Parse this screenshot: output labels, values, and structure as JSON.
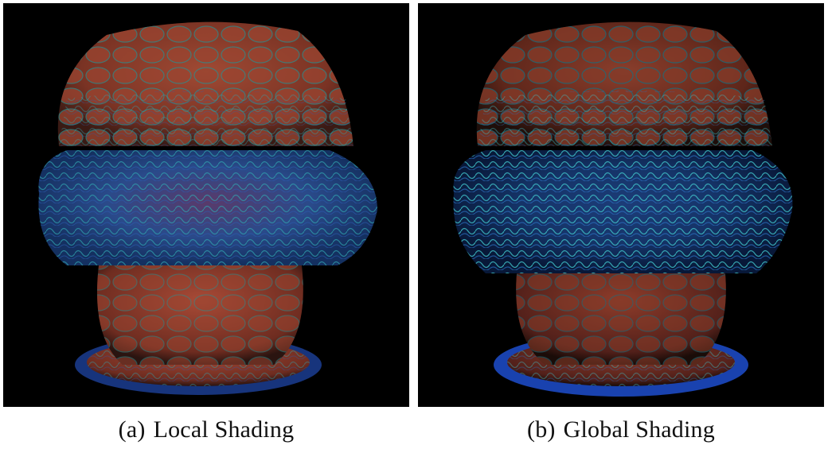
{
  "figure": {
    "panels": [
      {
        "tag": "(a)",
        "label": "Local Shading"
      },
      {
        "tag": "(b)",
        "label": "Global Shading"
      }
    ],
    "background_color": "#000000",
    "palette": {
      "surface": "#8a3a28",
      "vessel": "#2a6fbf",
      "highlight": "#3ec0c8"
    }
  }
}
